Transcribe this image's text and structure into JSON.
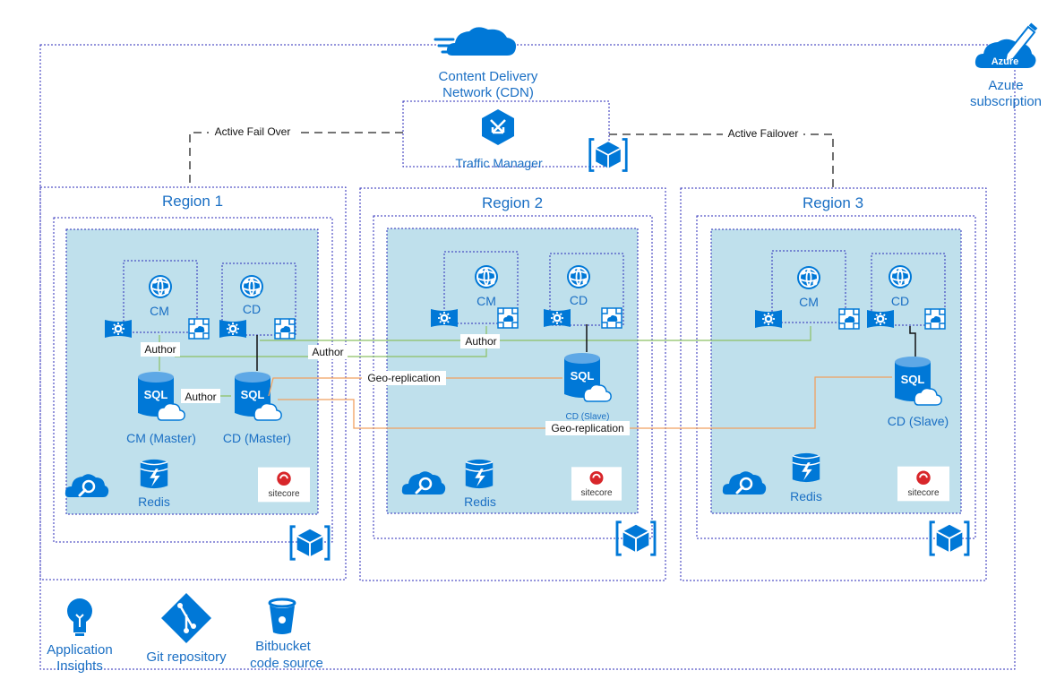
{
  "cdn": {
    "label_line1": "Content Delivery",
    "label_line2": "Network (CDN)"
  },
  "traffic_manager": {
    "label": "Traffic Manager"
  },
  "azure": {
    "badge": "Azure",
    "label_line1": "Azure",
    "label_line2": "subscription"
  },
  "failover": {
    "left": "Active Fail Over",
    "right": "Active Failover"
  },
  "regions": [
    {
      "title": "Region 1",
      "cm": "CM",
      "cd": "CD",
      "sql_left": "CM (Master)",
      "sql_right": "CD (Master)",
      "redis": "Redis",
      "sitecore": "sitecore",
      "author_a": "Author",
      "author_b": "Author"
    },
    {
      "title": "Region 2",
      "cm": "CM",
      "cd": "CD",
      "sql": "CD (Slave)",
      "redis": "Redis",
      "sitecore": "sitecore",
      "author": "Author"
    },
    {
      "title": "Region 3",
      "cm": "CM",
      "cd": "CD",
      "sql": "CD (Slave)",
      "redis": "Redis",
      "sitecore": "sitecore"
    }
  ],
  "links": {
    "author_cross": "Author",
    "geo_1": "Geo-replication",
    "geo_2": "Geo-replication"
  },
  "sql_badge": "SQL",
  "tools": [
    {
      "label_line1": "Application",
      "label_line2": "Insights",
      "icon": "lightbulb-icon"
    },
    {
      "label_line1": "Git repository",
      "label_line2": "",
      "icon": "git-icon"
    },
    {
      "label_line1": "Bitbucket",
      "label_line2": "code source",
      "icon": "bucket-icon"
    }
  ],
  "colors": {
    "azure_blue": "#0078d7",
    "region_fill": "#bfe0ec",
    "frame": "#2b2bb8",
    "green_line": "#8cc063",
    "orange_line": "#f0a060",
    "sitecore_red": "#d8262a"
  }
}
